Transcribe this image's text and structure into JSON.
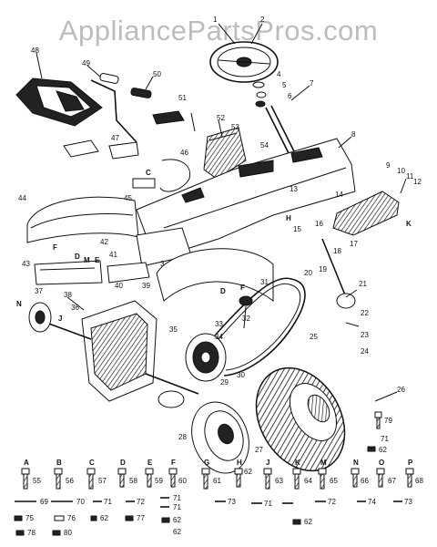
{
  "watermark": "AppliancePartsPros.com",
  "callouts": [
    "1",
    "2",
    "3",
    "4",
    "5",
    "6",
    "7",
    "8",
    "9",
    "10",
    "11",
    "12",
    "13",
    "14",
    "15",
    "16",
    "17",
    "18",
    "19",
    "20",
    "21",
    "22",
    "23",
    "24",
    "25",
    "26",
    "27",
    "28",
    "29",
    "30",
    "31",
    "32",
    "33",
    "34",
    "35",
    "36",
    "37",
    "38",
    "39",
    "40",
    "41",
    "42",
    "43",
    "44",
    "45",
    "46",
    "47",
    "48",
    "49",
    "50",
    "51",
    "52",
    "53",
    "54"
  ],
  "letter_marks": [
    "F",
    "K",
    "N",
    "J",
    "D",
    "M",
    "E",
    "C",
    "D",
    "F",
    "H"
  ],
  "fastener_table": {
    "letters": [
      "A",
      "B",
      "C",
      "D",
      "E",
      "F",
      "G",
      "H",
      "J",
      "K",
      "M",
      "N",
      "O",
      "P"
    ],
    "numbers": [
      "55",
      "56",
      "57",
      "58",
      "59",
      "60",
      "61",
      "62",
      "63",
      "64",
      "65",
      "66",
      "67",
      "68"
    ],
    "row2": [
      "69",
      "70",
      "71",
      "72",
      "71",
      "71",
      "73",
      "71",
      "72",
      "74",
      "73"
    ],
    "row3": [
      "75",
      "76",
      "62",
      "77",
      "62",
      "62",
      "78",
      "80",
      "62"
    ],
    "extra": [
      "79",
      "71",
      "62"
    ]
  }
}
